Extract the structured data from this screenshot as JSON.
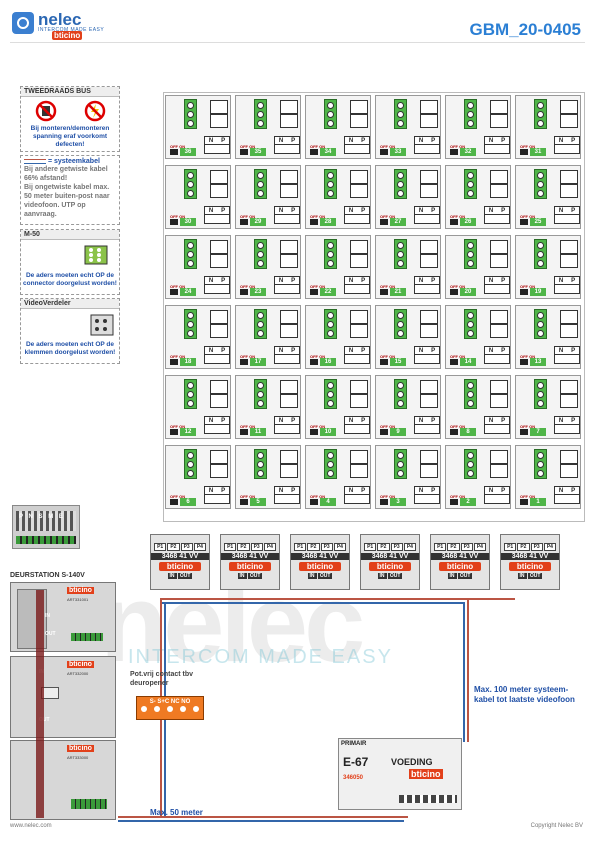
{
  "header": {
    "brand": "nelec",
    "brand_sub": "INTERCOM MADE EASY",
    "brand2": "bticino",
    "doc_id": "GBM_20-0405"
  },
  "notes": {
    "bus": {
      "title": "TWEEDRAADS BUS",
      "text": "Bij monteren/demonteren spanning eraf voorkomt defecten!"
    },
    "cable": {
      "legend": "= systeemkabel",
      "text1": "Bij andere getwiste kabel 66% afstand!",
      "text2": "Bij ongetwiste kabel max. 50 meter buiten-post naar videofoon. UTP op aanvraag."
    },
    "m50": {
      "title": "M-50",
      "text": "De aders moeten echt OP de connector doorgelust worden!"
    },
    "vd": {
      "title": "VideoVerdeler",
      "text": "De aders moeten echt OP de klemmen doorgelust worden!"
    }
  },
  "tiles": {
    "np_n": "N",
    "np_p": "P",
    "off_on": "OFF ON",
    "numbers": [
      "36",
      "35",
      "34",
      "33",
      "32",
      "31",
      "30",
      "29",
      "28",
      "27",
      "26",
      "25",
      "24",
      "23",
      "22",
      "21",
      "20",
      "19",
      "18",
      "17",
      "16",
      "15",
      "14",
      "13",
      "12",
      "11",
      "10",
      "9",
      "8",
      "7",
      "6",
      "5",
      "4",
      "3",
      "2",
      "1"
    ]
  },
  "distributors": {
    "ports": [
      "P1",
      "P2",
      "P3",
      "P4"
    ],
    "model": "3468 41  VV",
    "brand": "bticino",
    "io_in": "IN",
    "io_out": "OUT"
  },
  "station": {
    "title": "DEURSTATION S-140V",
    "pcb_label": "P N S M E",
    "art1": "ART331001",
    "art2": "ART332000",
    "art3": "ART333000",
    "in": "IN",
    "out": "OUT"
  },
  "relay": {
    "title": "Pot.vrij contact tbv deuropener",
    "pins": "S- S+C NC NO"
  },
  "psu": {
    "primair": "PRIMAIR",
    "model": "E-67",
    "name": "VOEDING",
    "code": "346050",
    "brand": "bticino"
  },
  "labels": {
    "max100": "Max. 100 meter systeem-kabel tot laatste videofoon",
    "max50": "Max. 50 meter"
  },
  "watermark": {
    "big": "nelec",
    "small": "INTERCOM MADE EASY"
  },
  "footer": {
    "left": "www.nelec.com",
    "right": "Copyright Nelec BV"
  }
}
